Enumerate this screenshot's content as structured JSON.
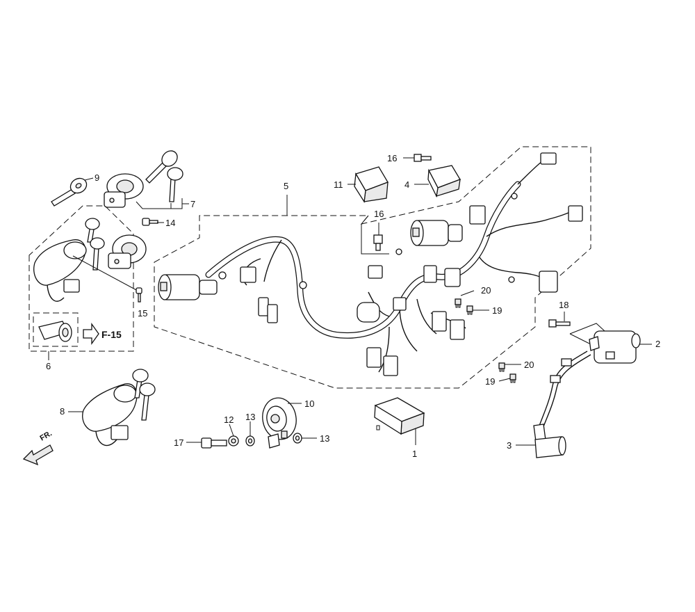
{
  "callouts": [
    {
      "id": "c1",
      "text": "1"
    },
    {
      "id": "c2",
      "text": "2"
    },
    {
      "id": "c3",
      "text": "3"
    },
    {
      "id": "c4",
      "text": "4"
    },
    {
      "id": "c5",
      "text": "5"
    },
    {
      "id": "c6",
      "text": "6"
    },
    {
      "id": "c7",
      "text": "7"
    },
    {
      "id": "c8",
      "text": "8"
    },
    {
      "id": "c9",
      "text": "9"
    },
    {
      "id": "c10",
      "text": "10"
    },
    {
      "id": "c11",
      "text": "11"
    },
    {
      "id": "c12",
      "text": "12"
    },
    {
      "id": "c13a",
      "text": "13"
    },
    {
      "id": "c13b",
      "text": "13"
    },
    {
      "id": "c14",
      "text": "14"
    },
    {
      "id": "c15",
      "text": "15"
    },
    {
      "id": "c16a",
      "text": "16"
    },
    {
      "id": "c16b",
      "text": "16"
    },
    {
      "id": "c17",
      "text": "17"
    },
    {
      "id": "c18",
      "text": "18"
    },
    {
      "id": "c19a",
      "text": "19"
    },
    {
      "id": "c19b",
      "text": "19"
    },
    {
      "id": "c20a",
      "text": "20"
    },
    {
      "id": "c20b",
      "text": "20"
    }
  ],
  "reference": {
    "text": "F-15"
  },
  "direction": {
    "text": "FR."
  }
}
